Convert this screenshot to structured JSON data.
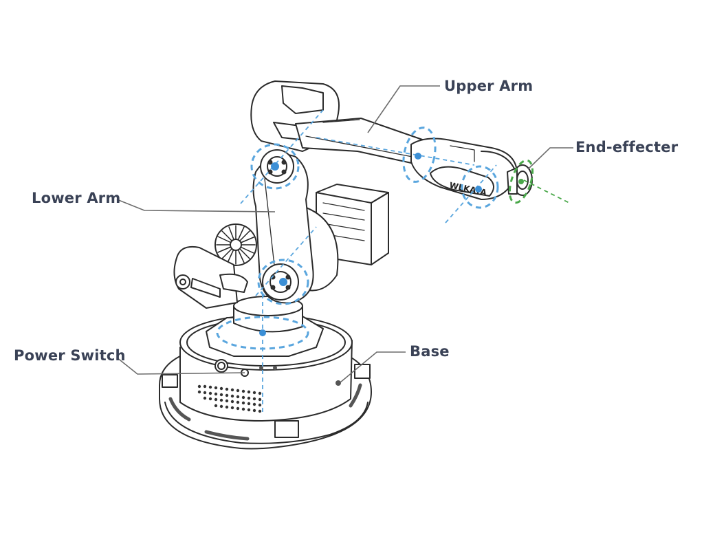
{
  "labels": {
    "upper_arm": "Upper Arm",
    "end_effecter": "End-effecter",
    "lower_arm": "Lower Arm",
    "power_switch": "Power Switch",
    "base": "Base"
  },
  "logo_text": "WLKATA",
  "colors": {
    "outline": "#2b2b2b",
    "joint_marker": "#3b8fd6",
    "joint_dash": "#5aa6de",
    "end_effector_marker": "#4aa84a",
    "label_text": "#3a4256",
    "leader_line": "#6b6b6b"
  }
}
